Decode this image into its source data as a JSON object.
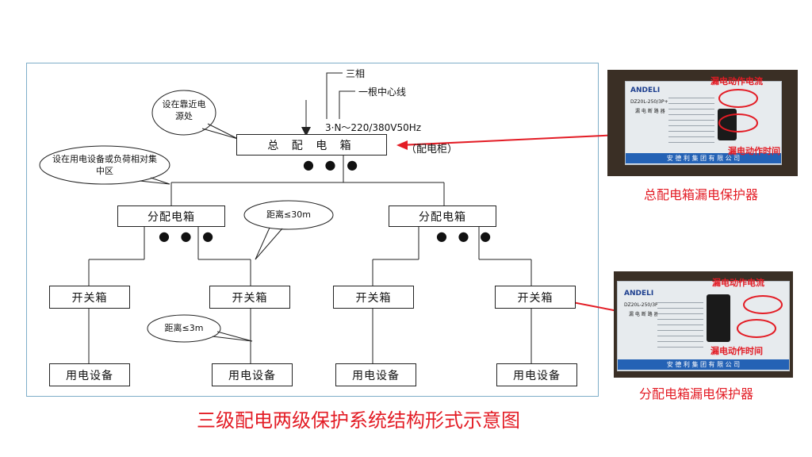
{
  "diagram": {
    "main_box": "总 配 电 箱",
    "cabinet_note": "（配电柜）",
    "branch_left": "分配电箱",
    "branch_right": "分配电箱",
    "switch_boxes": [
      "开关箱",
      "开关箱",
      "开关箱",
      "开关箱"
    ],
    "equipment": [
      "用电设备",
      "用电设备",
      "用电设备",
      "用电设备"
    ],
    "supply_label": "3·N～220/380V50Hz",
    "three_phase": "三相",
    "neutral_line": "一根中心线",
    "bubble_main": "设在靠近电源处",
    "bubble_branch": "设在用电设备或负荷相对集中区",
    "bubble_30m": "距离≤30m",
    "bubble_3m": "距离≤3m",
    "ellipsis": "● ● ●"
  },
  "photos": {
    "top": {
      "brand": "ANDELI",
      "model": "DZ20L-250/3P+N",
      "sub": "漏 电 断 路 器",
      "maker": "安 德 利 集 团 有 限 公 司",
      "note_current": "漏电动作电流",
      "note_time": "漏电动作时间",
      "caption": "总配电箱漏电保护器"
    },
    "bottom": {
      "brand": "ANDELI",
      "model": "DZ20L-250/3P+N",
      "sub": "漏 电 断 路 器",
      "maker": "安 德 利 集 团 有 限 公 司",
      "note_current": "漏电动作电流",
      "note_time": "漏电动作时间",
      "caption": "分配电箱漏电保护器"
    }
  },
  "title": "三级配电两级保护系统结构形式示意图",
  "colors": {
    "accent": "#e31c25",
    "frame": "#7faec9"
  }
}
